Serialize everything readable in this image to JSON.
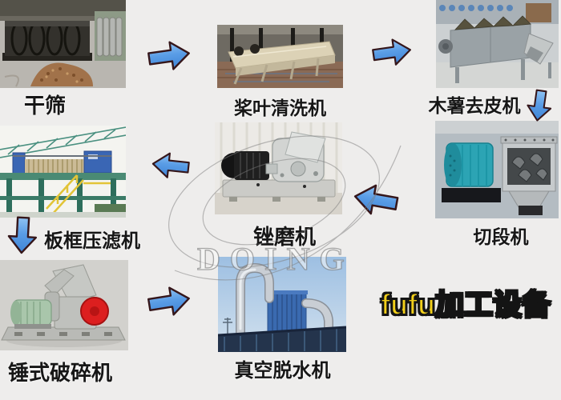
{
  "diagram": {
    "title": {
      "text": "fufu加工设备",
      "color": "#F2CF1A",
      "outline_color": "#141414"
    },
    "watermark": {
      "text": "DOING"
    },
    "arrow_color": "#4F94E0",
    "arrow_outline_color": "#35161A",
    "background_color": "#EEEDEC",
    "steps": [
      {
        "name": "dry-sieve",
        "label": "干筛"
      },
      {
        "name": "paddle-washing-machine",
        "label": "桨叶清洗机"
      },
      {
        "name": "cassava-peeling-machine",
        "label": "木薯去皮机"
      },
      {
        "name": "cutting-machine",
        "label": "切段机"
      },
      {
        "name": "rasper-machine",
        "label": "锉磨机"
      },
      {
        "name": "plate-frame-filter-press",
        "label": "板框压滤机"
      },
      {
        "name": "hammer-crusher",
        "label": "锤式破碎机"
      },
      {
        "name": "vacuum-dehydration-machine",
        "label": "真空脱水机"
      }
    ]
  }
}
